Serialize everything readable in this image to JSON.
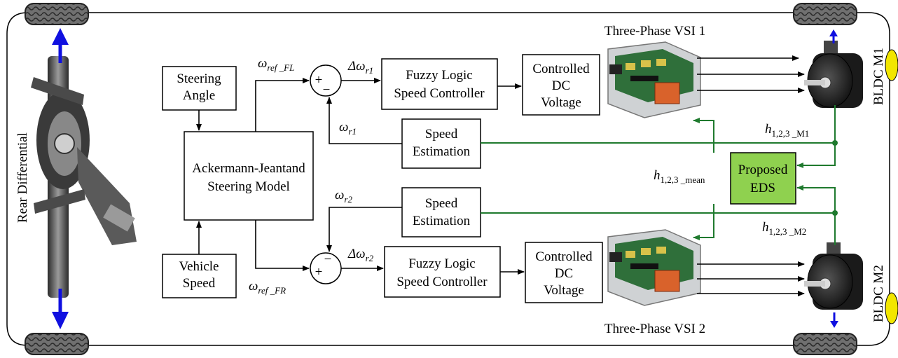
{
  "blocks": {
    "steering_angle": [
      "Steering",
      "Angle"
    ],
    "vehicle_speed": [
      "Vehicle",
      "Speed"
    ],
    "steering_model": [
      "Ackermann-Jeantand",
      "Steering Model"
    ],
    "flc_top": [
      "Fuzzy Logic",
      "Speed Controller"
    ],
    "flc_bottom": [
      "Fuzzy Logic",
      "Speed Controller"
    ],
    "cdc_top": [
      "Controlled",
      "DC",
      "Voltage"
    ],
    "cdc_bottom": [
      "Controlled",
      "DC",
      "Voltage"
    ],
    "speed_est_top": [
      "Speed",
      "Estimation"
    ],
    "speed_est_bottom": [
      "Speed",
      "Estimation"
    ],
    "eds": [
      "Proposed",
      "EDS"
    ]
  },
  "labels": {
    "vsi1": "Three-Phase VSI 1",
    "vsi2": "Three-Phase VSI 2",
    "motor1": "BLDC M1",
    "motor2": "BLDC M2",
    "rear_diff": "Rear Differential"
  },
  "symbols": {
    "omega": "ω",
    "delta_omega": "Δω",
    "h": "h",
    "ref_fl": "ref _FL",
    "ref_fr": "ref _FR",
    "r1": "r1",
    "r2": "r2",
    "h_m1": "1,2,3 _M1",
    "h_m2": "1,2,3 _M2",
    "h_mean": "1,2,3 _mean"
  },
  "sum_signs": {
    "top": [
      "+",
      "−"
    ],
    "bottom": [
      "−",
      "+"
    ]
  },
  "colors": {
    "signal": "#000000",
    "feedback": "#1f7a2e",
    "eds_fill": "#8fd14f",
    "arrow_blue": "#1010e0",
    "indicator": "#f2e600"
  }
}
